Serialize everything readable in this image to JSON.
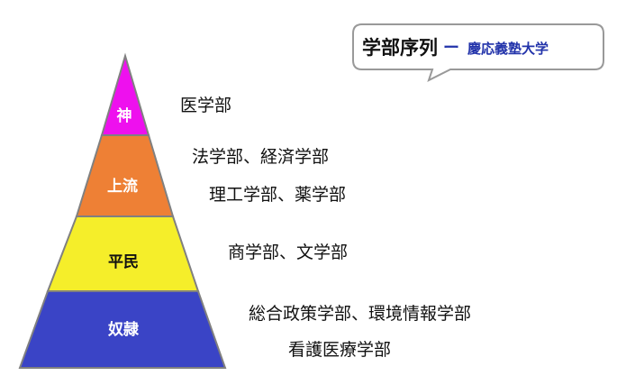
{
  "title": {
    "main": "学部序列",
    "dash": "ー",
    "sub": "慶応義塾大学"
  },
  "tiers": [
    {
      "label": "神",
      "color": "#ee10ee",
      "text_color": "#ffffff"
    },
    {
      "label": "上流",
      "color": "#ee8035",
      "text_color": "#ffffff"
    },
    {
      "label": "平民",
      "color": "#f5ee2a",
      "text_color": "#111111"
    },
    {
      "label": "奴隷",
      "color": "#3a44c6",
      "text_color": "#ffffff"
    }
  ],
  "faculties": {
    "god": [
      "医学部"
    ],
    "upper": [
      "法学部、経済学部",
      "理工学部、薬学部"
    ],
    "commoner": [
      "商学部、文学部"
    ],
    "slave": [
      "総合政策学部、環境情報学部",
      "看護医療学部"
    ]
  },
  "colors": {
    "outline": "#808080",
    "accent_blue": "#2233aa",
    "bubble_border": "#999999"
  }
}
